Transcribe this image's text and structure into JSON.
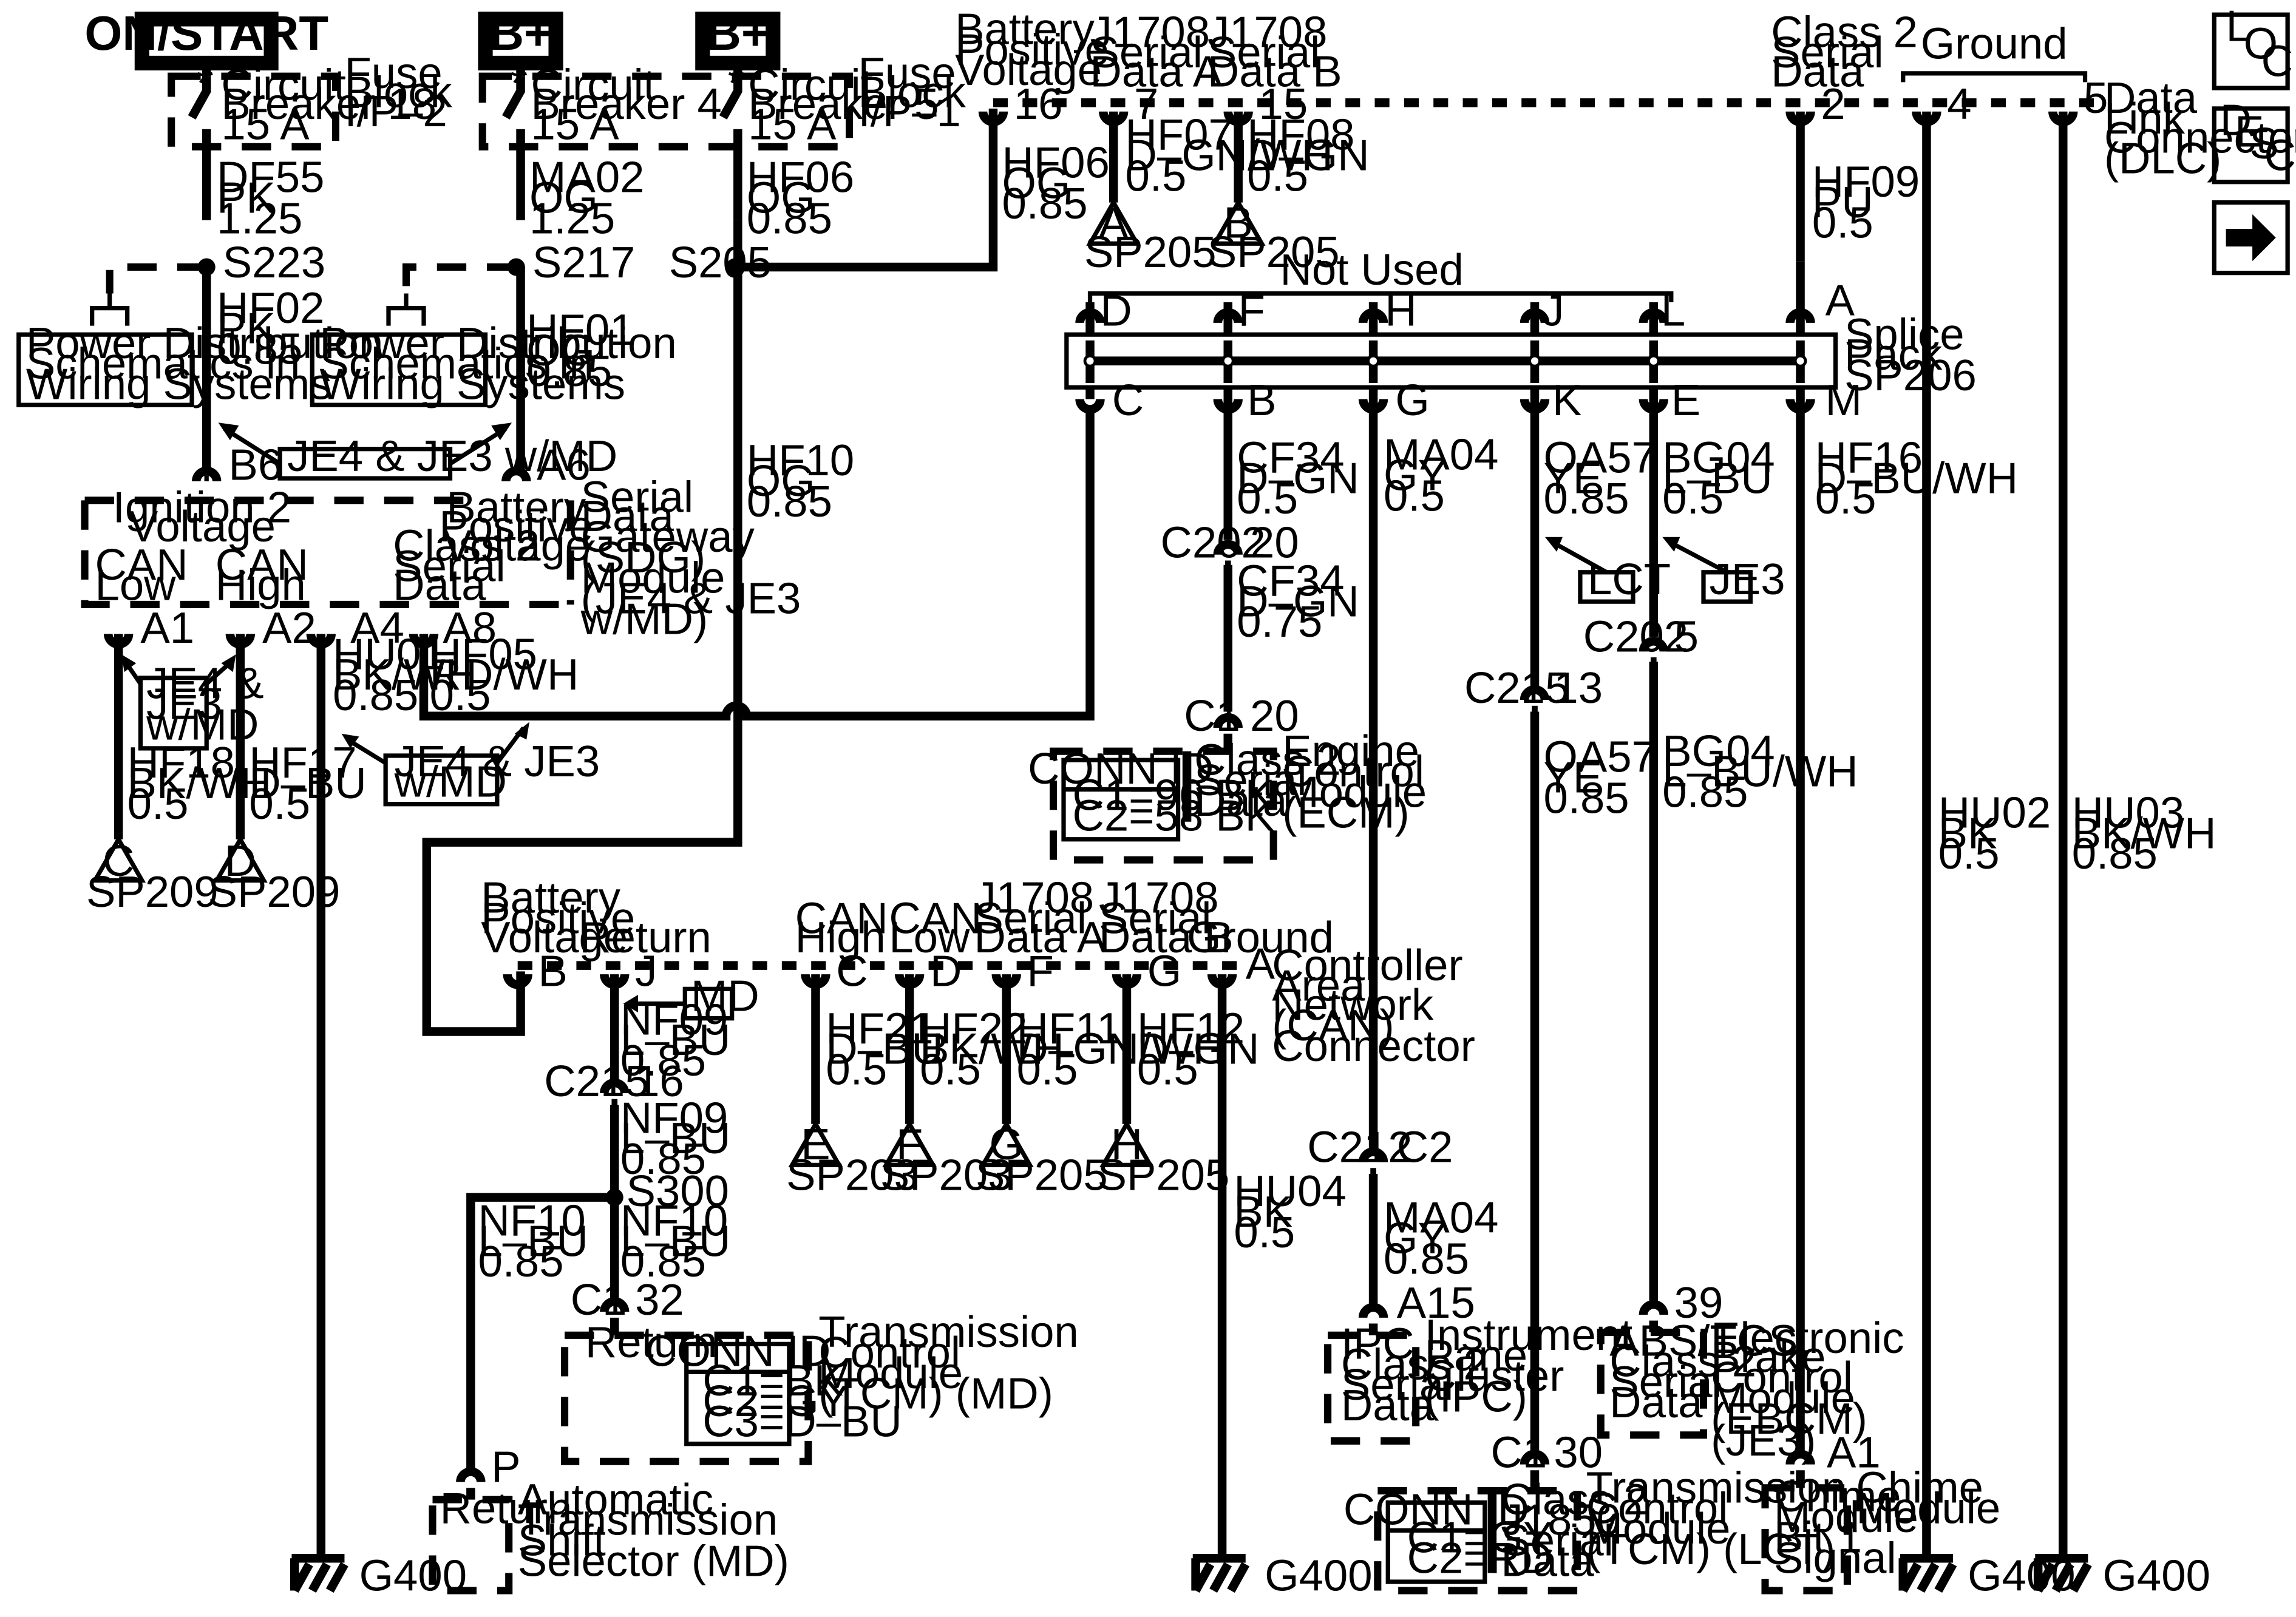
{
  "power": {
    "on_start": "ON/START",
    "bplus1": "B+",
    "bplus2": "B+",
    "cb18": [
      "Circuit",
      "Breaker 18",
      "15 A"
    ],
    "cb4": [
      "Circuit",
      "Breaker 4",
      "15 A"
    ],
    "cb5": [
      "Circuit",
      "Breaker 5",
      "15 A"
    ],
    "fuse_ip2": [
      "Fuse",
      "Block",
      "I/P–2"
    ],
    "fuse_ip1": [
      "Fuse",
      "Block",
      "I/P–1"
    ]
  },
  "wires": {
    "df55": [
      "DF55",
      "PK",
      "1.25"
    ],
    "ma02": [
      "MA02",
      "OG",
      "1.25"
    ],
    "hf06a": [
      "HF06",
      "OG",
      "0.85"
    ],
    "hf06b": [
      "HF06",
      "OG",
      "0.85"
    ],
    "hf02": [
      "HF02",
      "PK",
      "0.85"
    ],
    "hf01": [
      "HF01",
      "OG",
      "0.85"
    ],
    "hf10": [
      "HF10",
      "OG",
      "0.85"
    ],
    "hf07": [
      "HF07",
      "D–GN/WH",
      "0.5"
    ],
    "hf08": [
      "HF08",
      "D–GN",
      "0.5"
    ],
    "hf09": [
      "HF09",
      "PU",
      "0.5"
    ],
    "hu01": [
      "HU01",
      "BK/WH",
      "0.85"
    ],
    "hf05": [
      "HF05",
      "RD/WH",
      "0.5"
    ],
    "hf18": [
      "HF18",
      "BK/WH",
      "0.5"
    ],
    "hf17": [
      "HF17",
      "D–BU",
      "0.5"
    ],
    "cf34a": [
      "CF34",
      "D–GN",
      "0.5"
    ],
    "cf34b": [
      "CF34",
      "D–GN",
      "0.75"
    ],
    "ma04a": [
      "MA04",
      "GY",
      "0.5"
    ],
    "ma04b": [
      "MA04",
      "GY",
      "0.85"
    ],
    "oa57a": [
      "OA57",
      "YE",
      "0.85"
    ],
    "oa57b": [
      "OA57",
      "YE",
      "0.85"
    ],
    "bg04a": [
      "BG04",
      "L–BU",
      "0.5"
    ],
    "bg04b": [
      "BG04",
      "L–BU/WH",
      "0.85"
    ],
    "hf16": [
      "HF16",
      "D–BU/WH",
      "0.5"
    ],
    "hu02": [
      "HU02",
      "BK",
      "0.5"
    ],
    "hu03": [
      "HU03",
      "BK/WH",
      "0.85"
    ],
    "nf09a": [
      "NF09",
      "L–BU",
      "0.85"
    ],
    "nf09b": [
      "NF09",
      "L–BU",
      "0.85"
    ],
    "nf10a": [
      "NF10",
      "L–BU",
      "0.85"
    ],
    "nf10b": [
      "NF10",
      "L–BU",
      "0.85"
    ],
    "hf21": [
      "HF21",
      "D–BU",
      "0.5"
    ],
    "hf22": [
      "HF22",
      "BK/WH",
      "0.5"
    ],
    "hf11": [
      "HF11",
      "D–GN/WH",
      "0.5"
    ],
    "hf12": [
      "HF12",
      "D–GN",
      "0.5"
    ],
    "hu04": [
      "HU04",
      "BK",
      "0.5"
    ]
  },
  "splices": {
    "s223": "S223",
    "s217": "S217",
    "s205": "S205",
    "s300": "S300"
  },
  "pds_ref": [
    "Power Distribution",
    "Schematics in",
    "Wiring Systems"
  ],
  "option_labels": {
    "je4je3md": "JE4 & JE3 w/MD",
    "je4je3md_stack": [
      "JE4 &",
      "JE3",
      "w/MD"
    ],
    "je4je3md_two": [
      "JE4 & JE3",
      "w/MD"
    ],
    "lct": "LCT",
    "je3": "JE3",
    "md": "MD"
  },
  "sdg": {
    "pins": {
      "b6": "B6",
      "a6": "A6",
      "a1": "A1",
      "a2": "A2",
      "a4": "A4",
      "a8": "A8"
    },
    "ign2": [
      "Ignition 2",
      "Voltage"
    ],
    "batt": [
      "Battery",
      "Positive",
      "Voltage"
    ],
    "can_low": [
      "CAN",
      "Low"
    ],
    "can_high": [
      "CAN",
      "High"
    ],
    "class2": [
      "Class 2",
      "Serial",
      "Data"
    ],
    "name": [
      "Serial",
      "Data",
      "Gateway",
      "(SDG)",
      "Module",
      "(JE4 & JE3",
      "w/MD)"
    ]
  },
  "dlc": {
    "pins": {
      "p16": "16",
      "p7": "7",
      "p15": "15",
      "p2": "2",
      "p4": "4",
      "p5": "5"
    },
    "batt": [
      "Battery",
      "Positive",
      "Voltage"
    ],
    "j1708a": [
      "J1708",
      "Serial",
      "Data A"
    ],
    "j1708b": [
      "J1708",
      "Serial",
      "Data B"
    ],
    "class2": [
      "Class 2",
      "Serial",
      "Data"
    ],
    "ground": "Ground",
    "name": [
      "Data",
      "Link",
      "Connector",
      "(DLC)"
    ]
  },
  "splice_pack": {
    "not_used": "Not Used",
    "top_pins": [
      "D",
      "F",
      "H",
      "J",
      "L",
      "A"
    ],
    "bottom_pins": [
      "C",
      "B",
      "G",
      "K",
      "E",
      "M"
    ],
    "name": [
      "Splice",
      "Pack",
      "SP206"
    ]
  },
  "sp_refs": {
    "a": "A",
    "b": "B",
    "c": "C",
    "d": "D",
    "e": "E",
    "f": "F",
    "g": "G",
    "h": "H",
    "sp205": "SP205",
    "sp209": "SP209",
    "sp203": "SP203"
  },
  "connectors": {
    "c202": "C202",
    "c202_20": "20",
    "c202_5": "5",
    "c215": "C215",
    "c215_13": "13",
    "c215_16": "16",
    "c1": "C1",
    "c1_20": "20",
    "c1_30": "30",
    "c1_32": "32",
    "c212": "C212",
    "c212_c2": "C2",
    "a15": "A15",
    "p39": "39",
    "a1": "A1",
    "p": "P"
  },
  "ecm": {
    "conn_id": "CONN ID",
    "c1": "C1=96 BK",
    "c2": "C2=58 BK",
    "class2": [
      "Class 2",
      "Serial",
      "Data"
    ],
    "name": [
      "Engine",
      "Control",
      "Module",
      "(ECM)"
    ]
  },
  "can": {
    "pins": {
      "b": "B",
      "j": "J",
      "c": "C",
      "d": "D",
      "f": "F",
      "g": "G",
      "a": "A"
    },
    "batt": [
      "Battery",
      "Positive",
      "Voltage"
    ],
    "ret": "Return",
    "can_high": [
      "CAN",
      "High"
    ],
    "can_low": [
      "CAN",
      "Low"
    ],
    "j1708a": [
      "J1708",
      "Serial",
      "Data A"
    ],
    "j1708b": [
      "J1708",
      "Serial",
      "Data B"
    ],
    "ground": "Ground",
    "name": [
      "Controller",
      "Area",
      "Network",
      "(CAN)",
      "Connector"
    ]
  },
  "tcm_md": {
    "ret": "Return",
    "conn_id": "CONN ID",
    "c1": "C1=BK",
    "c2": "C2=GY",
    "c3": "C3=D–BU",
    "name": [
      "Transmission",
      "Control",
      "Module",
      "(TCM) (MD)"
    ]
  },
  "shift": {
    "ret": "Return",
    "name": [
      "Automatic",
      "Transmission",
      "Shift",
      "Selector (MD)"
    ]
  },
  "ipc": {
    "inner": [
      "IPC",
      "Class 2",
      "Serial",
      "Data"
    ],
    "name": [
      "Instrument",
      "Panel",
      "Cluster",
      "(IPC)"
    ]
  },
  "ebcm": {
    "inner": [
      "ABS/TCS",
      "Class 2",
      "Serial",
      "Data"
    ],
    "name": [
      "Electronic",
      "Brake",
      "Control",
      "Module",
      "(EBCM)",
      "(JE3)"
    ]
  },
  "tcm_lct": {
    "conn_id": "CONN ID",
    "c1": "C1=GY",
    "c2": "C2=RD",
    "inner": [
      "Class 2",
      "J1850",
      "Serial",
      "Data"
    ],
    "name": [
      "Transmission",
      "Control",
      "Module",
      "(TCM) (LCT)"
    ]
  },
  "chime": {
    "inner": [
      "Chime",
      "Module",
      "Bit 1",
      "Signal"
    ],
    "name": [
      "Chime",
      "Module"
    ]
  },
  "grounds": {
    "g1": "G400",
    "g2": "G400",
    "g3": "G400",
    "g4": "G400"
  },
  "nav": {
    "loc": [
      "L",
      "O",
      "C"
    ],
    "desc": [
      "D",
      "E",
      "S",
      "C"
    ],
    "arrow": "➔"
  }
}
